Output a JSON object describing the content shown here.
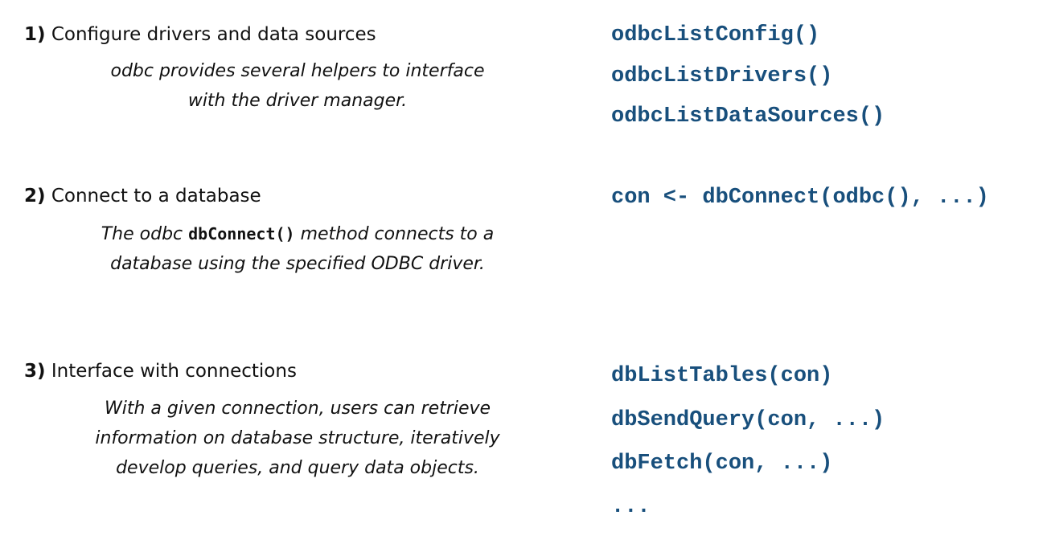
{
  "steps": [
    {
      "number": "1)",
      "title": "Configure drivers and data sources",
      "description_lines": [
        "odbc provides several helpers to interface",
        "with the driver manager."
      ],
      "code": [
        "odbcListConfig()",
        "odbcListDrivers()",
        "odbcListDataSources()"
      ]
    },
    {
      "number": "2)",
      "title": "Connect to a database",
      "description": {
        "before": "The odbc ",
        "code": "dbConnect()",
        "after": " method connects to a",
        "line2": "database using the specified ODBC driver."
      },
      "code": [
        "con <- dbConnect(odbc(), ...)"
      ]
    },
    {
      "number": "3)",
      "title": "Interface with connections",
      "description_lines": [
        "With a given connection, users can retrieve",
        "information on database structure, iteratively",
        "develop queries, and query data objects."
      ],
      "code": [
        "dbListTables(con)",
        "dbSendQuery(con, ...)",
        "dbFetch(con, ...)",
        "..."
      ]
    }
  ],
  "colors": {
    "code_text": "#184f7c",
    "body_text": "#111111"
  }
}
